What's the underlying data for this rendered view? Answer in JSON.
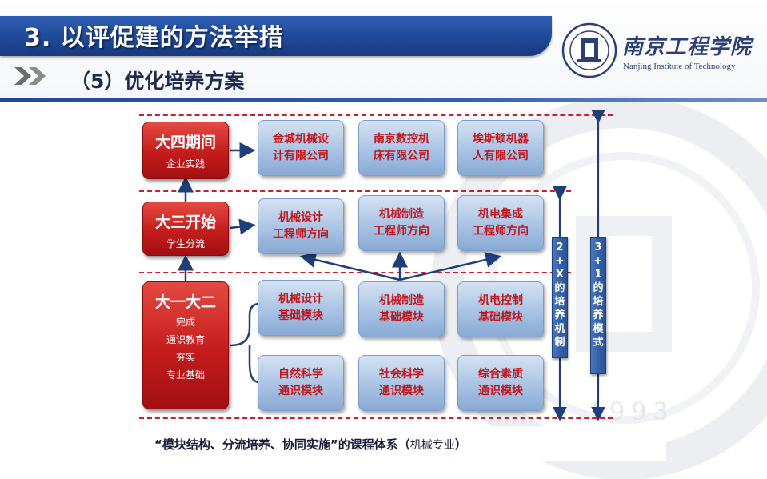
{
  "header": {
    "title": "3. 以评促建的方法举措",
    "subtitle": "（5）优化培养方案",
    "logo_cn": "南京工程学院",
    "logo_en": "Nanjing Institute of Technology"
  },
  "watermark": {
    "year": "1993"
  },
  "stages": [
    {
      "title": "大四期间",
      "sub": "企业实践"
    },
    {
      "title": "大三开始",
      "sub": "学生分流"
    },
    {
      "title": "大一大二",
      "lines": [
        "完成",
        "通识教育",
        "夯实",
        "专业基础"
      ]
    }
  ],
  "companies": [
    [
      "金城机械设",
      "计有限公司"
    ],
    [
      "南京数控机",
      "床有限公司"
    ],
    [
      "埃斯顿机器",
      "人有限公司"
    ]
  ],
  "directions": [
    [
      "机械设计",
      "工程师方向"
    ],
    [
      "机械制造",
      "工程师方向"
    ],
    [
      "机电集成",
      "工程师方向"
    ]
  ],
  "foundation_modules": [
    [
      "机械设计",
      "基础模块"
    ],
    [
      "机械制造",
      "基础模块"
    ],
    [
      "机电控制",
      "基础模块"
    ]
  ],
  "general_modules": [
    [
      "自然科学",
      "通识模块"
    ],
    [
      "社会科学",
      "通识模块"
    ],
    [
      "综合素质",
      "通识模块"
    ]
  ],
  "mechanism_bar": [
    "2",
    "+",
    "X",
    "的",
    "培",
    "养",
    "机",
    "制"
  ],
  "mode_bar": [
    "3",
    "+",
    "1",
    "的",
    "培",
    "养",
    "模",
    "式"
  ],
  "caption": {
    "main": "“模块结构、分流培养、协同实施”的课程体系（",
    "note": "机械专业",
    "end": "）"
  },
  "colors": {
    "title_bar": "#1f4795",
    "red_box": "#c41c1c",
    "blue_box": "#a9c3e4",
    "dash": "#c8202a",
    "arrow": "#1f3f7a"
  }
}
